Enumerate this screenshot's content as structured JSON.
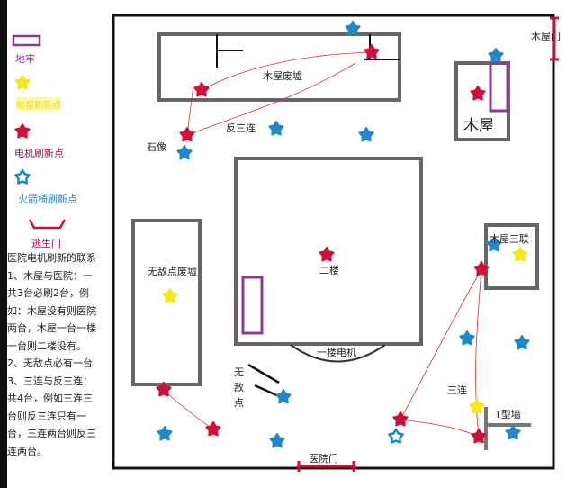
{
  "legend": {
    "cellar": "地牢",
    "hatch_spawn": "地窖刷新点",
    "generator_spawn": "电机刷新点",
    "hook_spawn": "火箭椅刷新点",
    "exit_gate": "逃生门"
  },
  "notes": [
    "医院电机刷新的联系",
    "1、木屋与医院：一",
    "共3台必刷2台，例",
    "如：木屋没有则医院",
    "两台，木屋一台一楼",
    "一台则二楼没有。",
    "2、无敌点必有一台",
    "3、三连与反三连：",
    "共4台，例如三连三",
    "台则反三连只有一",
    "台，三连两台则反三",
    "连两台。"
  ],
  "map_labels": {
    "cabin_ruins": "木屋废墟",
    "reverse_triple": "反三连",
    "statue": "石像",
    "cabin": "木屋",
    "cabin_gate": "木屋门",
    "second_floor": "二楼",
    "first_floor_gen": "一楼电机",
    "god_window_ruins": "无敌点废墟",
    "cabin_triple": "木屋三联",
    "god_window": "无敌点",
    "triple": "三连",
    "t_wall": "T型墙",
    "hospital_gate": "医院门"
  },
  "colors": {
    "generator": "#d0103a",
    "hook": "#1e88c8",
    "hatch": "#f4e81c",
    "cellar": "#8e3a8e",
    "gate": "#d0103a",
    "wall": "#666666"
  }
}
